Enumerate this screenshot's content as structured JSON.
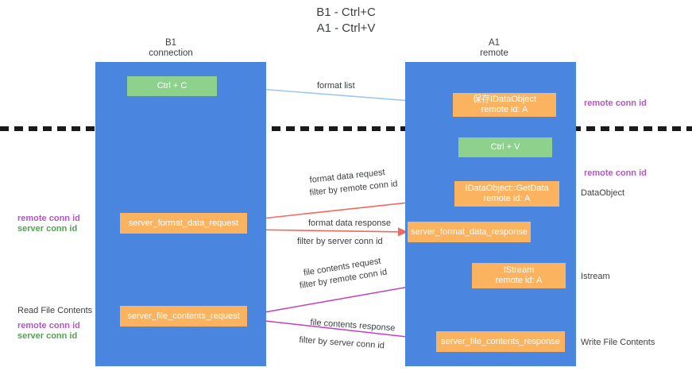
{
  "title": {
    "line1": "B1 - Ctrl+C",
    "line2": "A1 - Ctrl+V"
  },
  "columns": [
    {
      "name": "B1",
      "role": "connection"
    },
    {
      "name": "A1",
      "role": "remote"
    }
  ],
  "nodes": {
    "ctrl_c": {
      "label": "Ctrl + C"
    },
    "ctrl_v": {
      "label": "Ctrl + V"
    },
    "save_idataobject": {
      "line1": "保存IDataObject",
      "line2": "remote id: A"
    },
    "getdata": {
      "line1": "IDataObject::GetData",
      "line2": "remote id: A"
    },
    "istream": {
      "line1": "IStream",
      "line2": "remote id: A"
    },
    "server_format_data_request": {
      "label": "server_format_data_request"
    },
    "server_format_data_response": {
      "label": "server_format_data_response"
    },
    "server_file_contents_request": {
      "label": "server_file_contents_request"
    },
    "server_file_contents_response": {
      "label": "server_file_contents_response"
    }
  },
  "edges": {
    "format_list": "format list",
    "format_data_request": "format data request",
    "format_data_request_filter_prefix": "filter by",
    "format_data_request_filter_key": "remote conn id",
    "format_data_response": "format data response",
    "format_data_response_filter_prefix": "filter by",
    "format_data_response_filter_key": "server conn id",
    "file_contents_request": "file contents request",
    "file_contents_request_filter_prefix": "filter by",
    "file_contents_request_filter_key": "remote conn id",
    "file_contents_response": "file contents response",
    "file_contents_response_filter_prefix": "filter by",
    "file_contents_response_filter_key": "server conn id"
  },
  "annotations": {
    "right_remote_conn_id_top": "remote conn id",
    "right_remote_conn_id_mid": "remote conn id",
    "right_dataobject": "DataObject",
    "right_istream": "Istream",
    "right_write_file_contents": "Write File Contents",
    "left_remote_conn_id_mid": "remote conn id",
    "left_server_conn_id_mid": "server conn id",
    "left_read_file_contents": "Read File Contents",
    "left_remote_conn_id_bottom": "remote conn id",
    "left_server_conn_id_bottom": "server conn id"
  },
  "colors": {
    "lane": "#4a86e0",
    "green_node": "#8ed18c",
    "orange_node": "#fbb360",
    "purple_key": "#b455c8",
    "green_key": "#52a352",
    "arrow_blue": "#9ec7ef",
    "arrow_red": "#f4685c",
    "arrow_magenta": "#c23ec2",
    "arrow_dark": "#222222",
    "separator": "#1a1a1a"
  }
}
